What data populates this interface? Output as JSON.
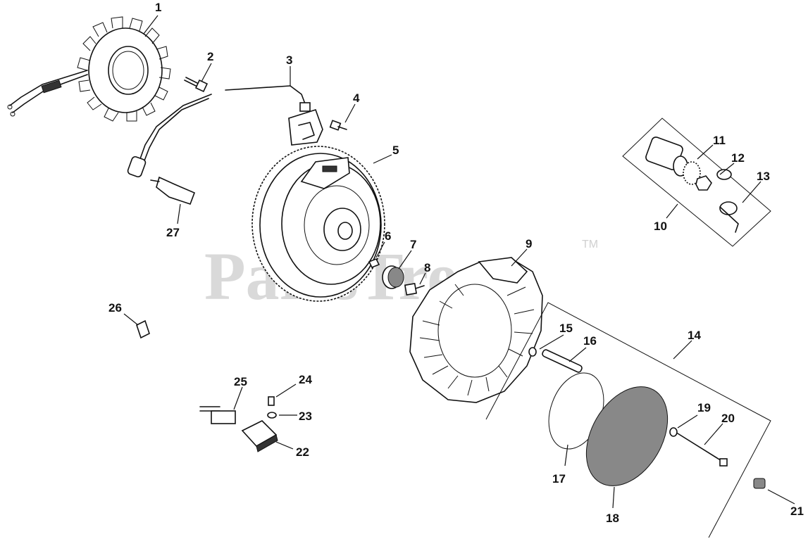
{
  "watermark": {
    "text": "PartsTree",
    "trademark": "TM"
  },
  "callouts": {
    "c1": "1",
    "c2": "2",
    "c3": "3",
    "c4": "4",
    "c5": "5",
    "c6": "6",
    "c7": "7",
    "c8": "8",
    "c9": "9",
    "c10": "10",
    "c11": "11",
    "c12": "12",
    "c13": "13",
    "c14": "14",
    "c15": "15",
    "c16": "16",
    "c17": "17",
    "c18": "18",
    "c19": "19",
    "c20": "20",
    "c21": "21",
    "c22": "22",
    "c23": "23",
    "c24": "24",
    "c25": "25",
    "c26": "26",
    "c27": "27"
  },
  "colors": {
    "line": "#111111",
    "watermark": "#d9d9d9",
    "background": "#ffffff"
  }
}
